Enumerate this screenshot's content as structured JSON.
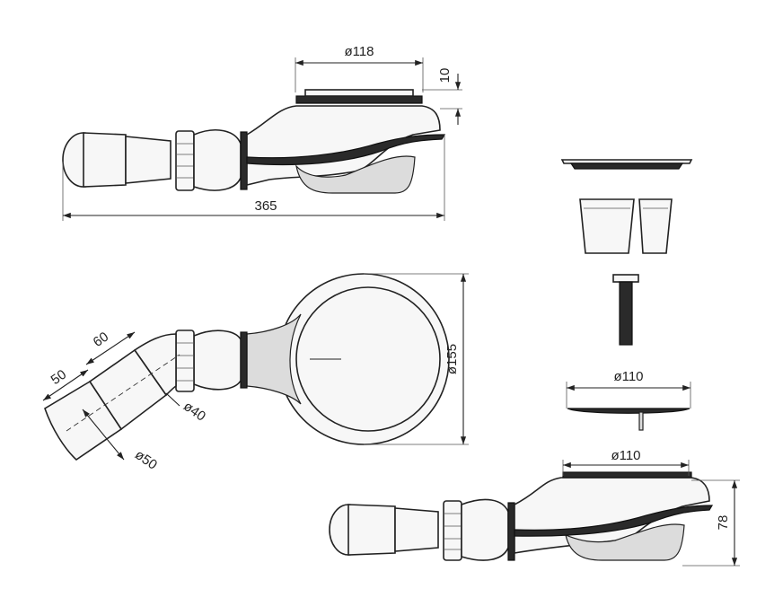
{
  "dimensions": {
    "top_diameter": "ø118",
    "top_height": "10",
    "top_length": "365",
    "plan_diameter": "ø155",
    "plan_arm_length": "60",
    "plan_pipe_length": "50",
    "plan_inner_diameter": "ø40",
    "plan_outer_diameter": "ø50",
    "cover_diameter": "ø110",
    "low_diameter": "ø110",
    "low_height": "78"
  }
}
